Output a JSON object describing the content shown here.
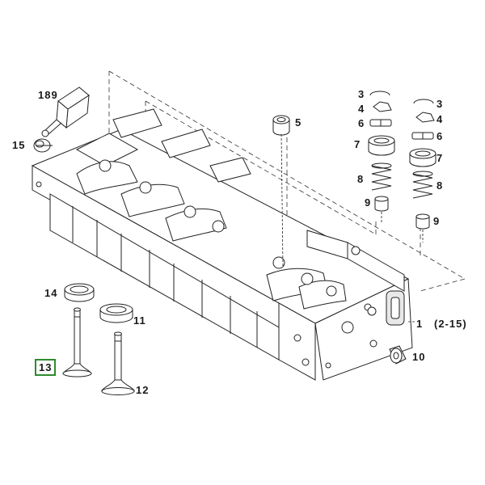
{
  "accent": "#2e8b2e",
  "callouts": {
    "c189": "189",
    "c15": "15",
    "c5": "5",
    "c3a": "3",
    "c4a": "4",
    "c6a": "6",
    "c7a": "7",
    "c8a": "8",
    "c9a": "9",
    "c3b": "3",
    "c4b": "4",
    "c6b": "6",
    "c7b": "7",
    "c8b": "8",
    "c9b": "9",
    "c14": "14",
    "c11": "11",
    "c13": "13",
    "c12": "12",
    "c1": "1",
    "c1range": "(2-15)",
    "c10": "10"
  }
}
